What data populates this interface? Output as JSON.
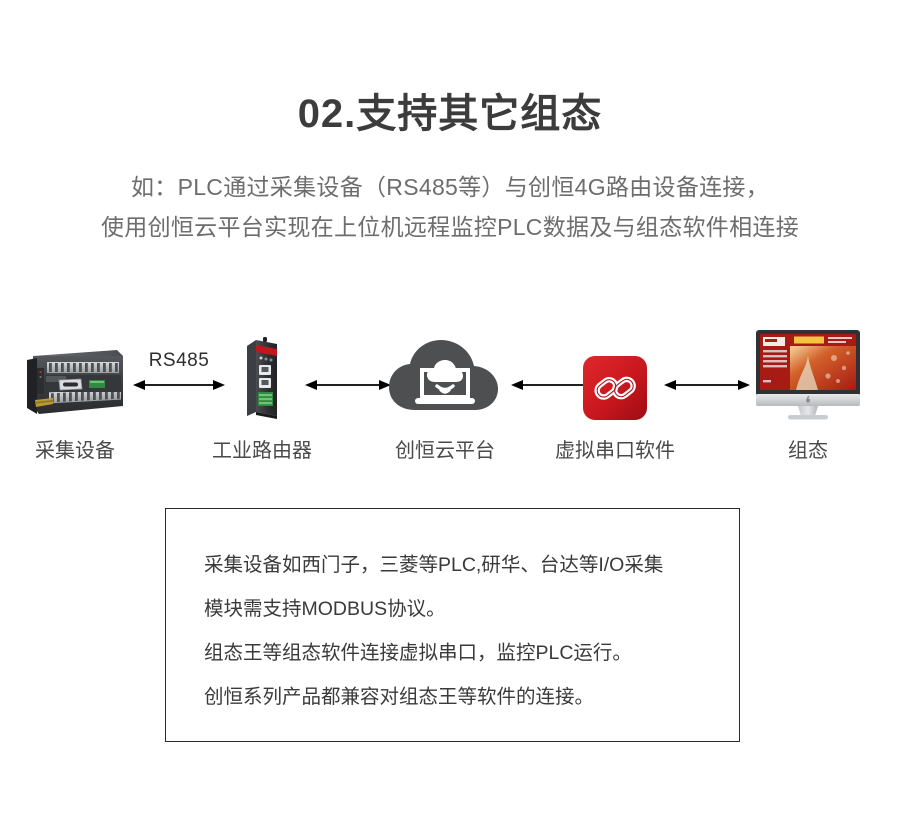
{
  "header": {
    "title": "02.支持其它组态",
    "subtitle_lines": [
      "如：PLC通过采集设备（RS485等）与创恒4G路由设备连接，",
      "使用创恒云平台实现在上位机远程监控PLC数据及与组态软件相连接"
    ]
  },
  "flow": {
    "nodes": [
      {
        "key": "plc",
        "label": "采集设备",
        "icon": "plc-device-icon"
      },
      {
        "key": "router",
        "label": "工业路由器",
        "icon": "industrial-router-icon"
      },
      {
        "key": "cloud",
        "label": "创恒云平台",
        "icon": "cloud-platform-icon"
      },
      {
        "key": "vsp",
        "label": "虚拟串口软件",
        "icon": "chain-link-icon"
      },
      {
        "key": "scada",
        "label": "组态",
        "icon": "imac-monitor-icon"
      }
    ],
    "connectors": [
      {
        "key": "c1",
        "label": "RS485",
        "direction": "both"
      },
      {
        "key": "c2",
        "label": "",
        "direction": "both"
      },
      {
        "key": "c3",
        "label": "",
        "direction": "both"
      },
      {
        "key": "c4",
        "label": "",
        "direction": "both"
      }
    ]
  },
  "note": {
    "lines": [
      "采集设备如西门子，三菱等PLC,研华、台达等I/O采集",
      "模块需支持MODBUS协议。",
      "组态王等组态软件连接虚拟串口，监控PLC运行。",
      "创恒系列产品都兼容对组态王等软件的连接。"
    ]
  },
  "colors": {
    "background": "#ffffff",
    "title": "#3c3c3c",
    "subtitle": "#6d6d6d",
    "label": "#4a4a4a",
    "note_border": "#2b2b2b",
    "accent_red": "#c9171e",
    "cloud_gray": "#4d4f51",
    "arrow": "#000000"
  }
}
